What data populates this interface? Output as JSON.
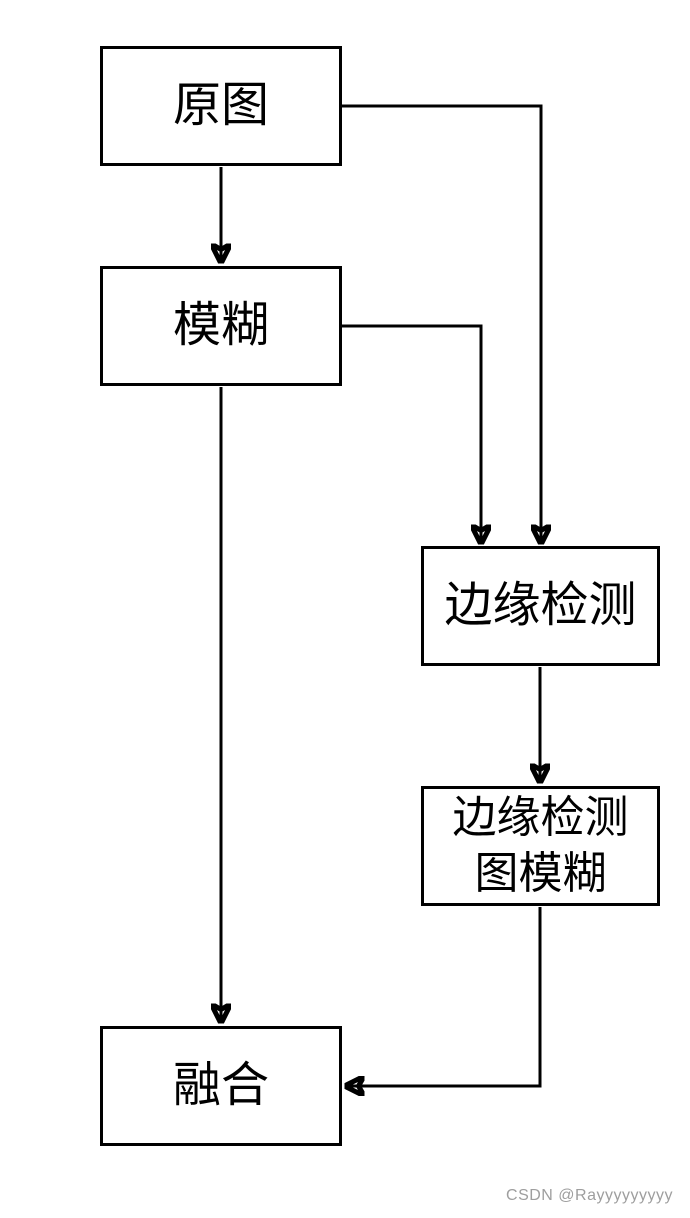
{
  "diagram": {
    "type": "flowchart",
    "nodes": [
      {
        "id": "original-image",
        "label": "原图"
      },
      {
        "id": "blur",
        "label": "模糊"
      },
      {
        "id": "edge-detection",
        "label": "边缘检测"
      },
      {
        "id": "edge-detection-blur",
        "label": "边缘检测图模糊",
        "lines": [
          "边缘检测",
          "图模糊"
        ]
      },
      {
        "id": "fusion",
        "label": "融合"
      }
    ],
    "edges": [
      {
        "from": "原图",
        "to": "模糊"
      },
      {
        "from": "原图",
        "to": "边缘检测"
      },
      {
        "from": "模糊",
        "to": "边缘检测"
      },
      {
        "from": "模糊",
        "to": "融合"
      },
      {
        "from": "边缘检测",
        "to": "边缘检测图模糊"
      },
      {
        "from": "边缘检测图模糊",
        "to": "融合"
      }
    ],
    "stroke_color": "#000000",
    "node_fill": "#ffffff",
    "text_color": "#000000"
  },
  "watermark": {
    "text": "CSDN @Rayyyyyyyyy",
    "color": "#9e9e9e"
  }
}
